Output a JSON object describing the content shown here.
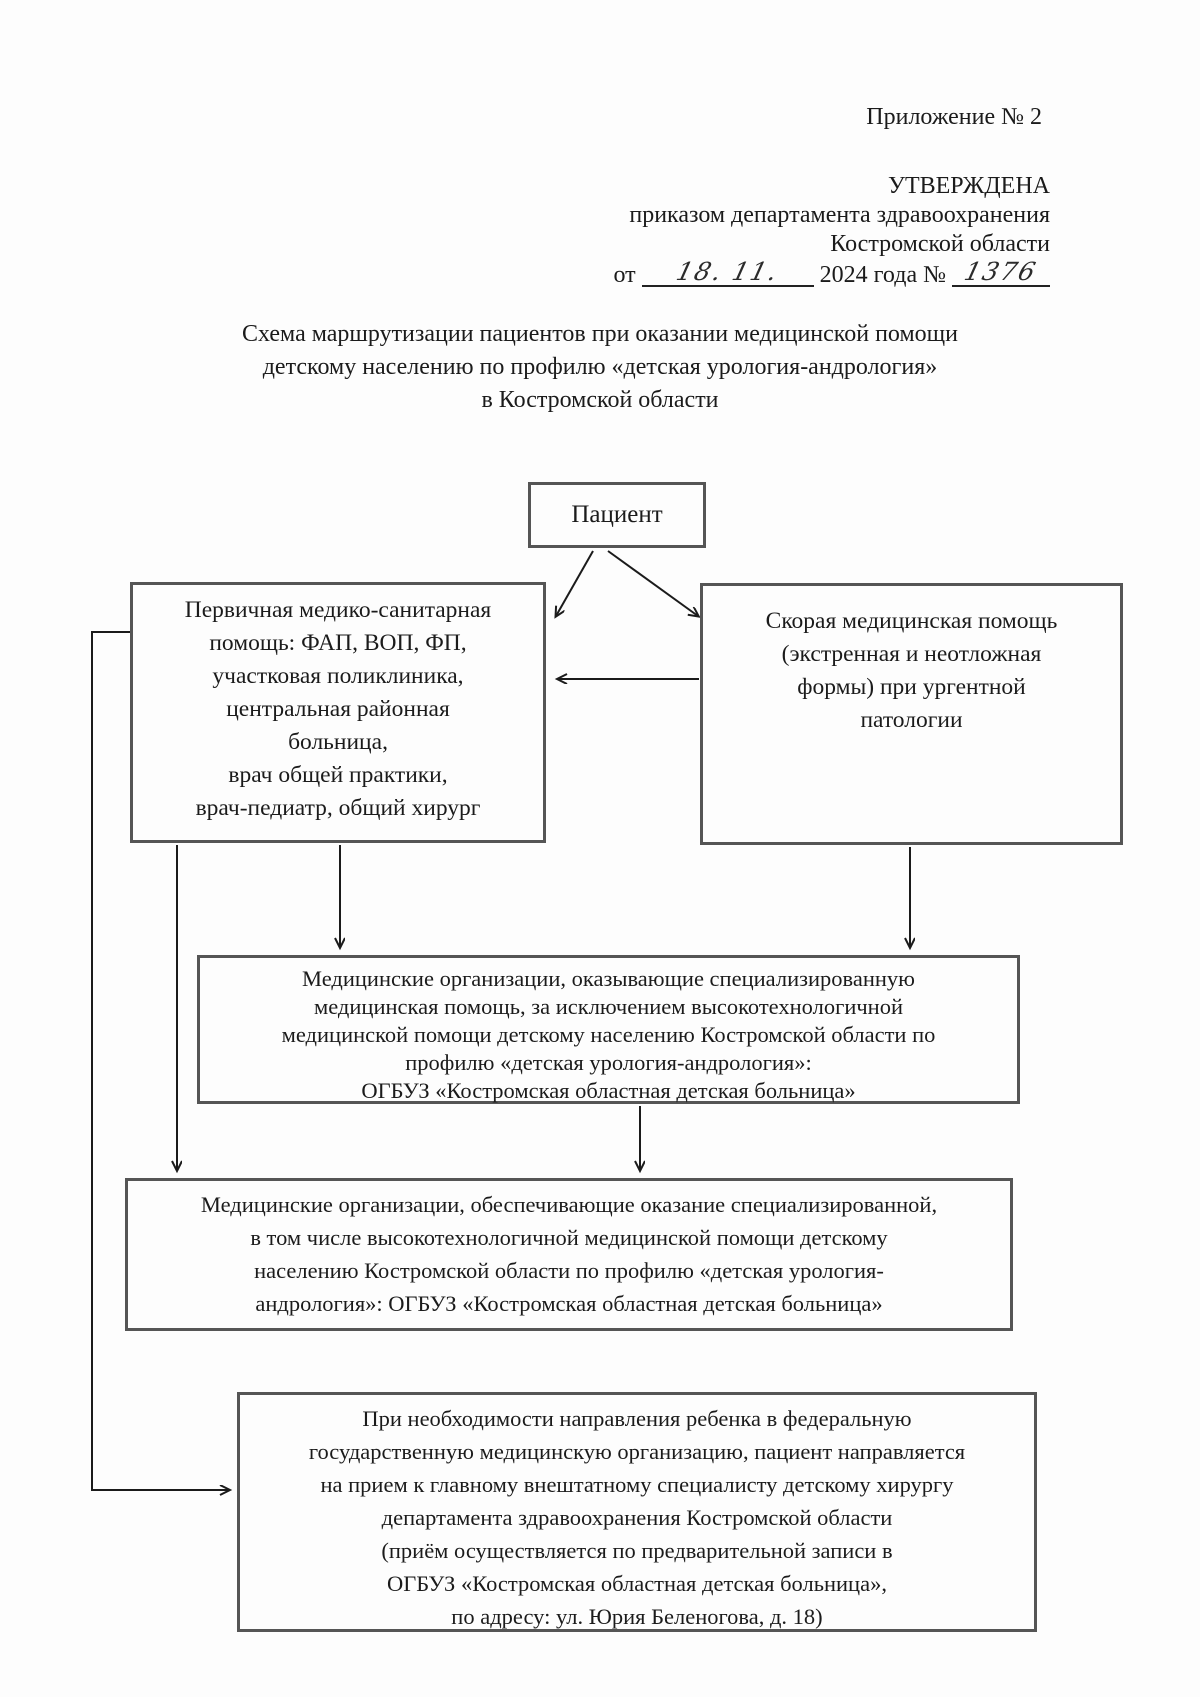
{
  "document": {
    "appendix": "Приложение № 2",
    "approval": {
      "approved": "УТВЕРЖДЕНА",
      "by_line1": "приказом департамента здравоохранения",
      "by_line2": "Костромской области",
      "date_prefix": "от",
      "date_handwritten": "18. 11.",
      "year_label": "2024 года №",
      "number_handwritten": "1376"
    },
    "title": "Схема маршрутизации пациентов при оказании медицинской помощи\nдетскому населению по профилю «детская урология-андрология»\nв Костромской области"
  },
  "flowchart": {
    "patient_box": "Пациент",
    "primary_care_box": "Первичная медико-санитарная\nпомощь: ФАП, ВОП, ФП,\nучастковая поликлиника,\nцентральная районная\nбольница,\nврач общей практики,\nврач-педиатр, общий хирург",
    "ambulance_box": "Скорая медицинская помощь\n(экстренная и неотложная\nформы) при ургентной\nпатологии",
    "specialized_box": "Медицинские организации, оказывающие специализированную\nмедицинская помощь, за исключением высокотехнологичной\nмедицинской помощи детскому населению Костромской области по\nпрофилю «детская урология-андрология»:\nОГБУЗ «Костромская областная детская больница»",
    "hightech_box": "Медицинские организации, обеспечивающие оказание специализированной,\nв том числе высокотехнологичной  медицинской помощи детскому\nнаселению Костромской области по профилю «детская урология-\nандрология»: ОГБУЗ «Костромская областная детская больница»",
    "federal_box": "При необходимости направления ребенка в федеральную\nгосударственную медицинскую организацию, пациент направляется\nна прием к главному внештатному специалисту детскому хирургу\nдепартамента здравоохранения Костромской области\n(приём осуществляется по предварительной записи в\nОГБУЗ «Костромская областная детская больница»,\nпо адресу: ул. Юрия Беленогова, д. 18)"
  },
  "colors": {
    "ink": "#1b1b1b",
    "box_border": "#555555",
    "background": "#fdfdfd"
  }
}
